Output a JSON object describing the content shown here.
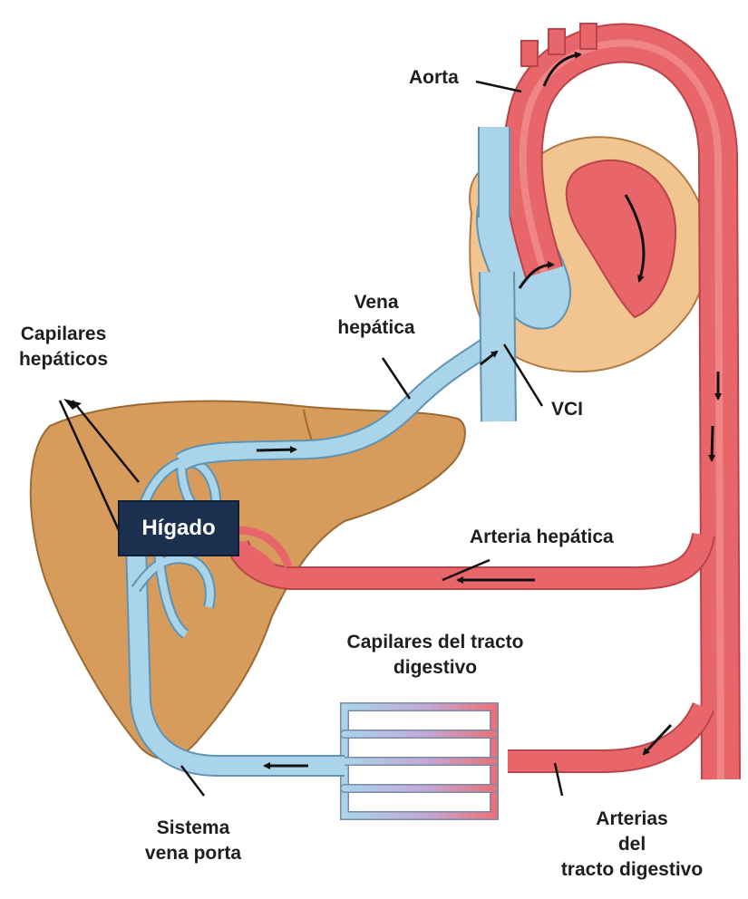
{
  "labels": {
    "aorta": "Aorta",
    "vena_hepatica": [
      "Vena",
      "hepática"
    ],
    "capilares_hepaticos": [
      "Capilares",
      "hepáticos"
    ],
    "vci": "VCI",
    "higado": "Hígado",
    "arteria_hepatica": "Arteria hepática",
    "capilares_tracto": [
      "Capilares del tracto",
      "digestivo"
    ],
    "sistema_vena_porta": [
      "Sistema",
      "vena porta"
    ],
    "arterias_tracto": [
      "Arterias",
      "del",
      "tracto digestivo"
    ]
  },
  "colors": {
    "artery": "#e8666a",
    "artery_highlight": "#f49a99",
    "artery_edge": "#b9454a",
    "vein": "#a9d4ea",
    "vein_edge": "#5e93b4",
    "liver": "#d79c5c",
    "liver_edge": "#9c6a34",
    "heart_wall": "#f2c48f",
    "heart_edge": "#b07a44",
    "liver_tag": "#1c3150"
  }
}
